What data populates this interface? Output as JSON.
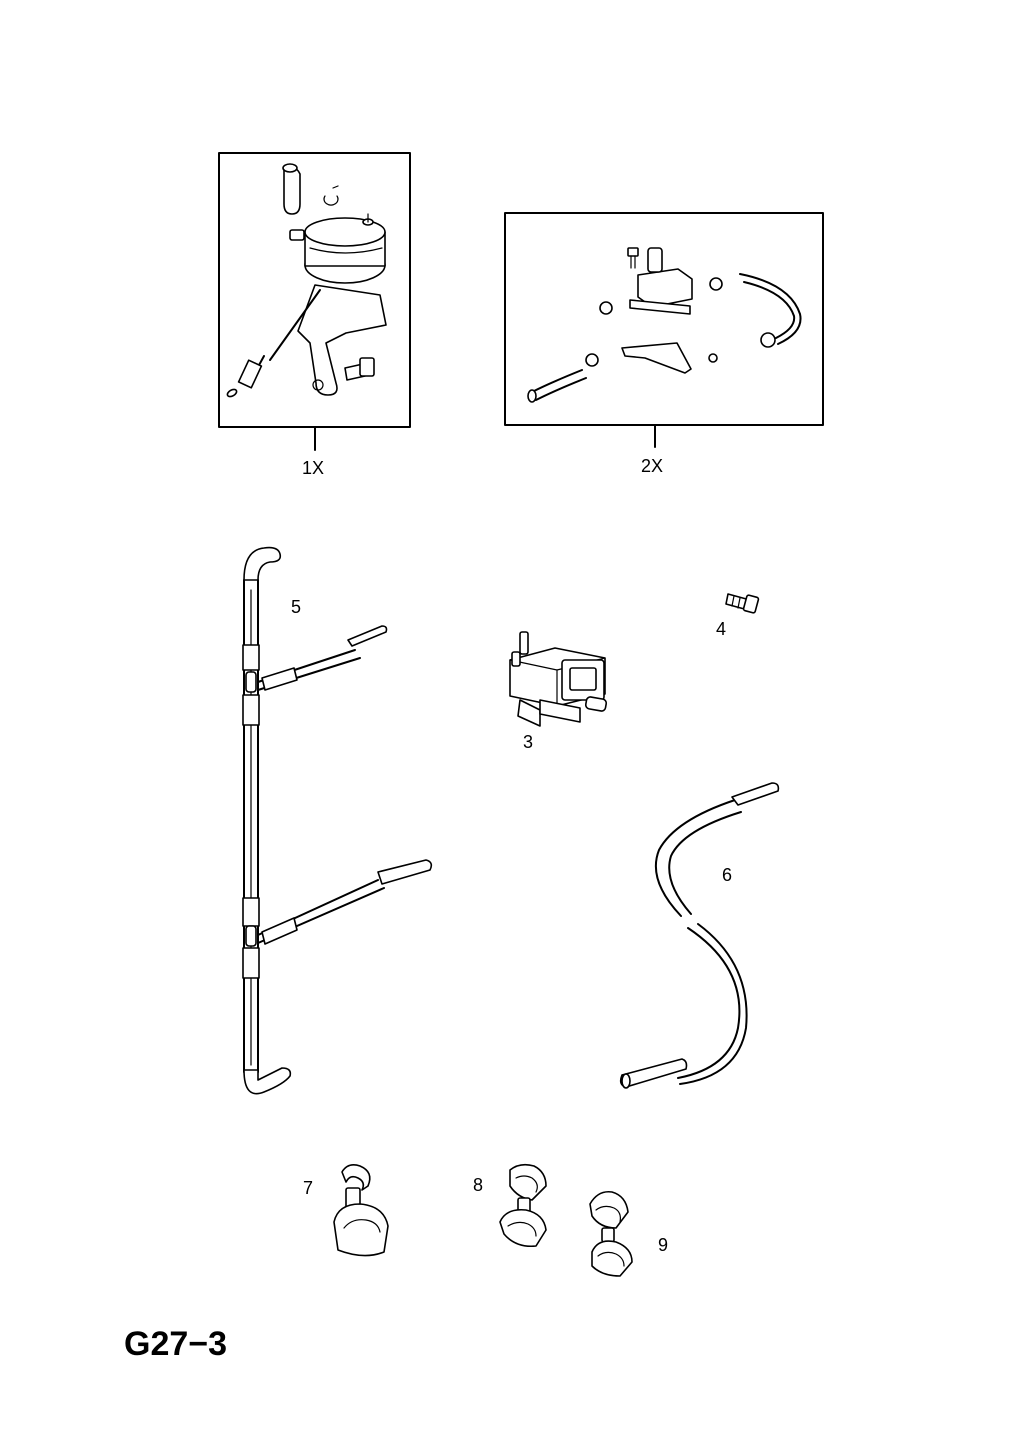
{
  "diagram": {
    "page_code": "G27−3",
    "kits": [
      {
        "id": "kit-1",
        "label": "1X"
      },
      {
        "id": "kit-2",
        "label": "2X"
      }
    ],
    "parts": [
      {
        "id": "part-3",
        "label": "3"
      },
      {
        "id": "part-4",
        "label": "4"
      },
      {
        "id": "part-5",
        "label": "5"
      },
      {
        "id": "part-6",
        "label": "6"
      },
      {
        "id": "part-7",
        "label": "7"
      },
      {
        "id": "part-8",
        "label": "8"
      },
      {
        "id": "part-9",
        "label": "9"
      }
    ]
  }
}
